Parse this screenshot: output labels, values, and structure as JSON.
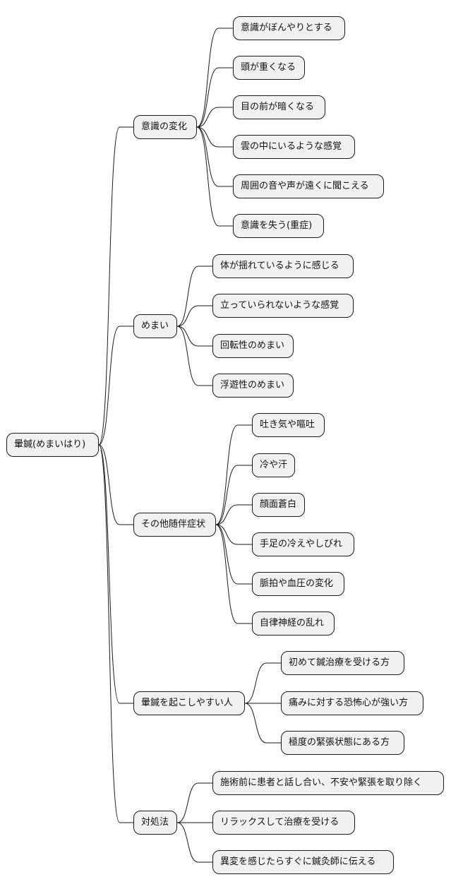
{
  "root": {
    "label": "暈鍼(めまいはり)"
  },
  "branches": [
    {
      "label": "意識の変化",
      "children": [
        "意識がぼんやりとする",
        "頭が重くなる",
        "目の前が暗くなる",
        "雲の中にいるような感覚",
        "周囲の音や声が遠くに聞こえる",
        "意識を失う(重症)"
      ]
    },
    {
      "label": "めまい",
      "children": [
        "体が揺れているように感じる",
        "立っていられないような感覚",
        "回転性のめまい",
        "浮遊性のめまい"
      ]
    },
    {
      "label": "その他随伴症状",
      "children": [
        "吐き気や嘔吐",
        "冷や汗",
        "顔面蒼白",
        "手足の冷えやしびれ",
        "脈拍や血圧の変化",
        "自律神経の乱れ"
      ]
    },
    {
      "label": "暈鍼を起こしやすい人",
      "children": [
        "初めて鍼治療を受ける方",
        "痛みに対する恐怖心が強い方",
        "極度の緊張状態にある方"
      ]
    },
    {
      "label": "対処法",
      "children": [
        "施術前に患者と話し合い、不安や緊張を取り除く",
        "リラックスして治療を受ける",
        "異変を感じたらすぐに鍼灸師に伝える"
      ]
    }
  ]
}
